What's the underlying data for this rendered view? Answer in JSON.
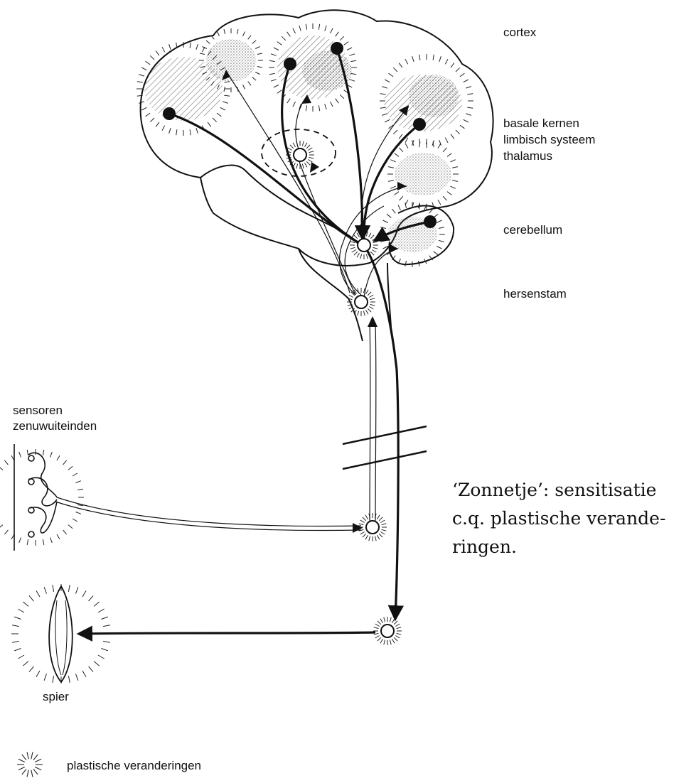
{
  "labels": {
    "cortex": "cortex",
    "basale_kernen": "basale kernen",
    "limbisch_systeem": "limbisch systeem",
    "thalamus": "thalamus",
    "cerebellum": "cerebellum",
    "hersenstam": "hersenstam",
    "sensoren": "sensoren",
    "zenuwuiteinden": "zenuwuiteinden",
    "spier": "spier"
  },
  "caption": {
    "line1": "‘Zonnetje’: sensitisatie",
    "line2": "c.q. plastische verande-",
    "line3": "ringen."
  },
  "legend": {
    "text": "plastische veranderingen"
  }
}
